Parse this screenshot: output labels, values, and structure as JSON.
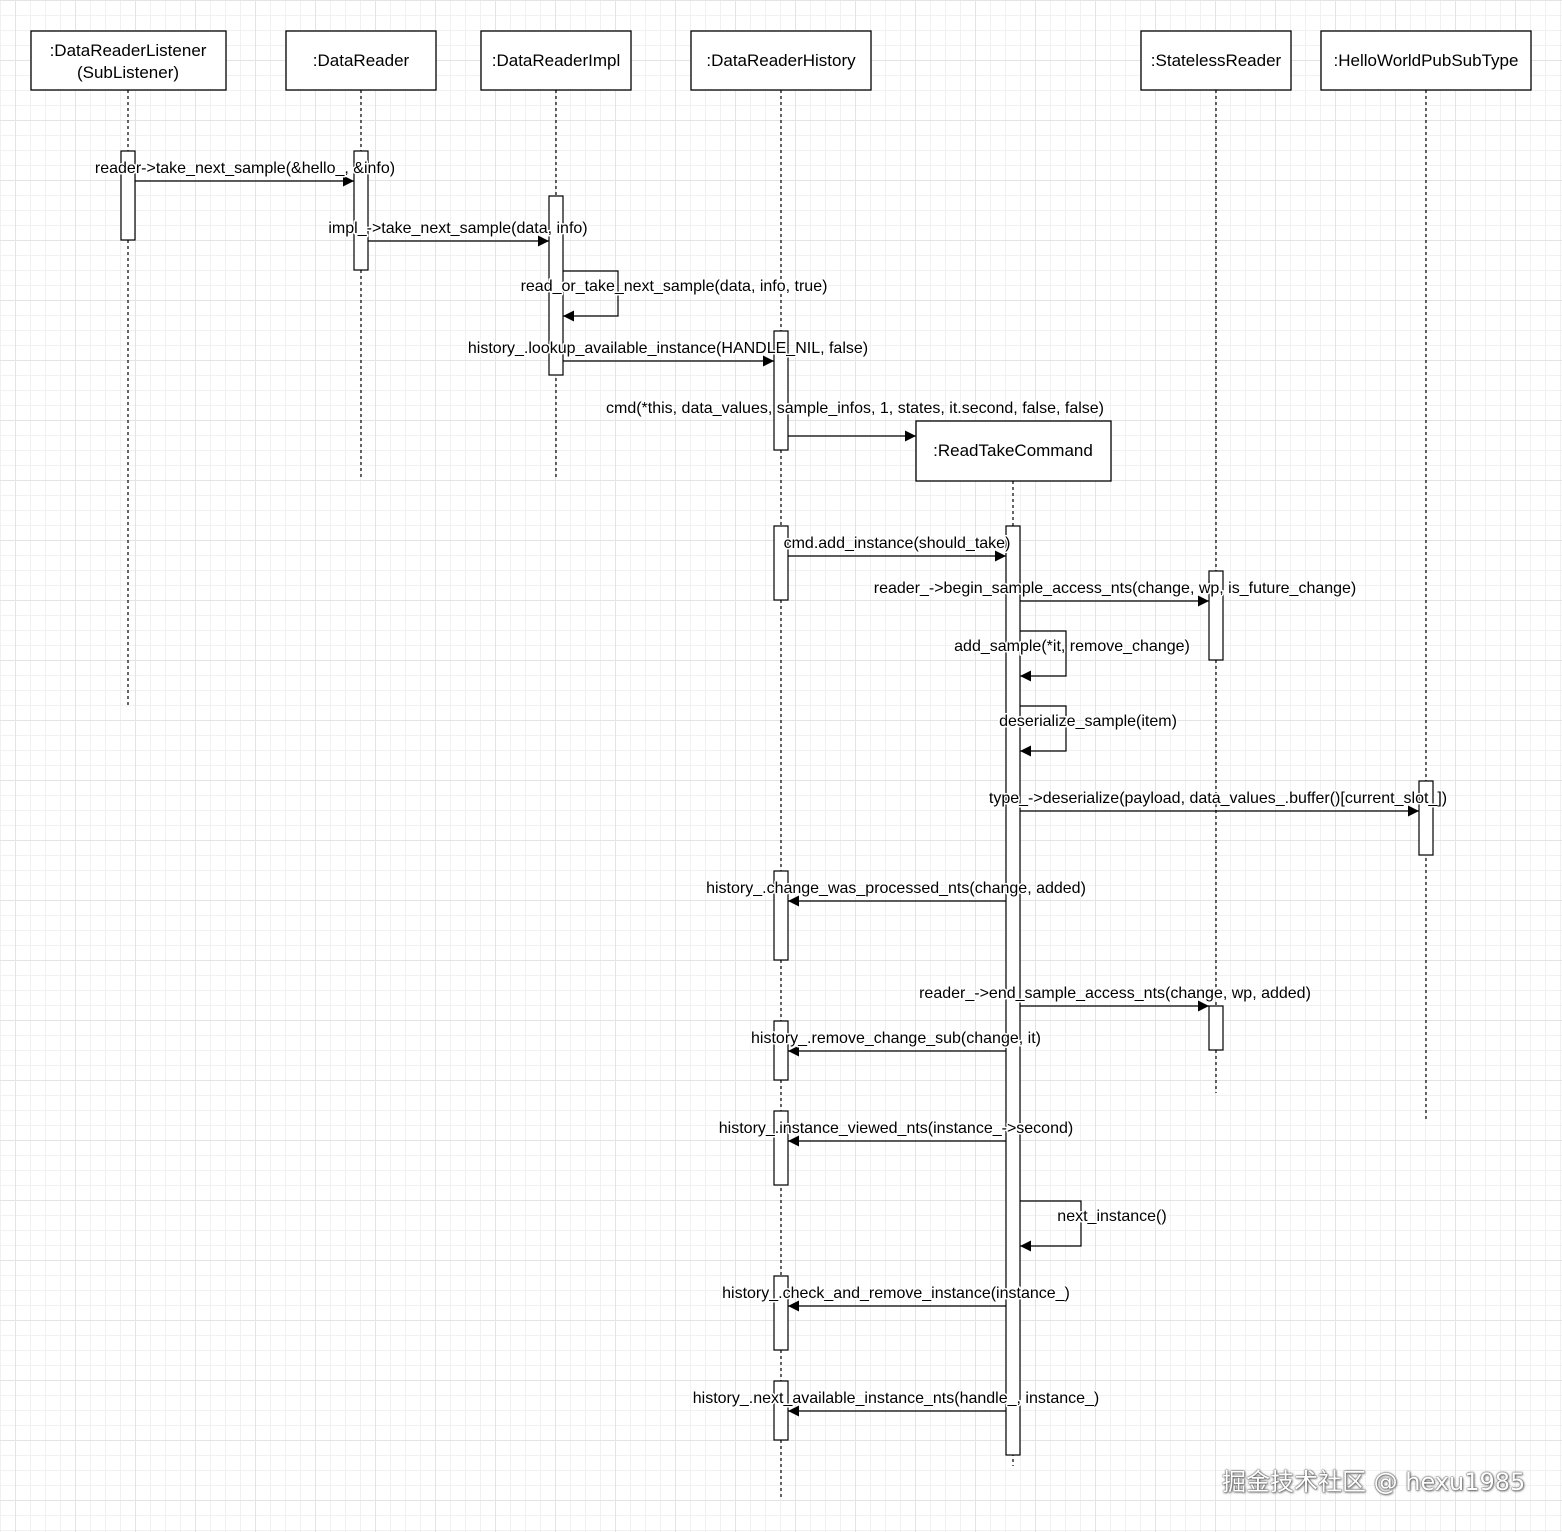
{
  "participants": [
    {
      "id": "listener",
      "label": ":DataReaderListener",
      "label2": "(SubListener)"
    },
    {
      "id": "reader",
      "label": ":DataReader"
    },
    {
      "id": "impl",
      "label": ":DataReaderImpl"
    },
    {
      "id": "history",
      "label": ":DataReaderHistory"
    },
    {
      "id": "cmd",
      "label": ":ReadTakeCommand"
    },
    {
      "id": "stateless",
      "label": ":StatelessReader"
    },
    {
      "id": "pubsub",
      "label": ":HelloWorldPubSubType"
    }
  ],
  "messages": [
    {
      "id": "m1",
      "from": "listener",
      "to": "reader",
      "label": "reader->take_next_sample(&hello_, &info)"
    },
    {
      "id": "m2",
      "from": "reader",
      "to": "impl",
      "label": "impl_->take_next_sample(data, info)"
    },
    {
      "id": "m3",
      "from": "impl",
      "to": "impl",
      "label": "read_or_take_next_sample(data, info, true)"
    },
    {
      "id": "m4",
      "from": "impl",
      "to": "history",
      "label": "history_.lookup_available_instance(HANDLE_NIL, false)"
    },
    {
      "id": "m5",
      "from": "history",
      "to": "cmd",
      "label": "cmd(*this, data_values, sample_infos, 1, states, it.second, false, false)"
    },
    {
      "id": "m6",
      "from": "history",
      "to": "cmd",
      "label": "cmd.add_instance(should_take)"
    },
    {
      "id": "m7",
      "from": "cmd",
      "to": "stateless",
      "label": "reader_->begin_sample_access_nts(change, wp, is_future_change)"
    },
    {
      "id": "m8",
      "from": "cmd",
      "to": "cmd",
      "label": "add_sample(*it, remove_change)"
    },
    {
      "id": "m9",
      "from": "cmd",
      "to": "cmd",
      "label": "deserialize_sample(item)"
    },
    {
      "id": "m10",
      "from": "cmd",
      "to": "pubsub",
      "label": "type_->deserialize(payload, data_values_.buffer()[current_slot_])"
    },
    {
      "id": "m11",
      "from": "cmd",
      "to": "history",
      "label": "history_.change_was_processed_nts(change, added)"
    },
    {
      "id": "m12",
      "from": "cmd",
      "to": "stateless",
      "label": "reader_->end_sample_access_nts(change, wp, added)"
    },
    {
      "id": "m13",
      "from": "cmd",
      "to": "history",
      "label": "history_.remove_change_sub(change, it)"
    },
    {
      "id": "m14",
      "from": "cmd",
      "to": "history",
      "label": "history_.instance_viewed_nts(instance_->second)"
    },
    {
      "id": "m15",
      "from": "cmd",
      "to": "cmd",
      "label": "next_instance()"
    },
    {
      "id": "m16",
      "from": "cmd",
      "to": "history",
      "label": "history_.check_and_remove_instance(instance_)"
    },
    {
      "id": "m17",
      "from": "cmd",
      "to": "history",
      "label": "history_.next_available_instance_nts(handle_, instance_)"
    }
  ],
  "watermark": "掘金技术社区 @ hexu1985"
}
